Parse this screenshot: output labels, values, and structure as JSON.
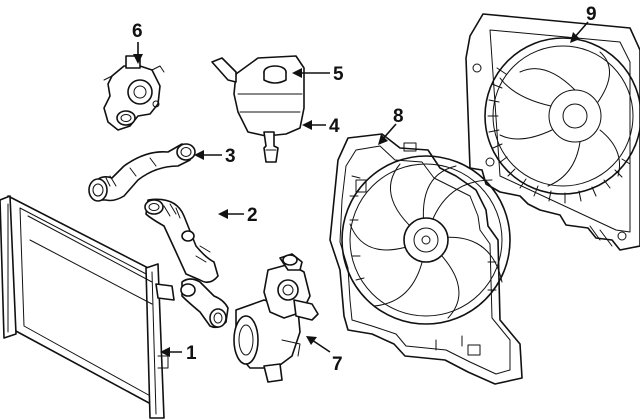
{
  "callouts": [
    {
      "id": "1",
      "label": "1"
    },
    {
      "id": "2",
      "label": "2"
    },
    {
      "id": "3",
      "label": "3"
    },
    {
      "id": "4",
      "label": "4"
    },
    {
      "id": "5",
      "label": "5"
    },
    {
      "id": "6",
      "label": "6"
    },
    {
      "id": "7",
      "label": "7"
    },
    {
      "id": "8",
      "label": "8"
    },
    {
      "id": "9",
      "label": "9"
    }
  ],
  "parts": [
    {
      "ref": "1",
      "icon": "radiator-icon"
    },
    {
      "ref": "2",
      "icon": "lower-hose-icon"
    },
    {
      "ref": "3",
      "icon": "upper-hose-icon"
    },
    {
      "ref": "4",
      "icon": "reservoir-outlet-icon"
    },
    {
      "ref": "5",
      "icon": "reservoir-cap-icon"
    },
    {
      "ref": "6",
      "icon": "thermostat-housing-icon"
    },
    {
      "ref": "7",
      "icon": "water-pump-icon"
    },
    {
      "ref": "8",
      "icon": "fan-shroud-assembly-icon"
    },
    {
      "ref": "9",
      "icon": "fan-shroud-rear-icon"
    }
  ]
}
